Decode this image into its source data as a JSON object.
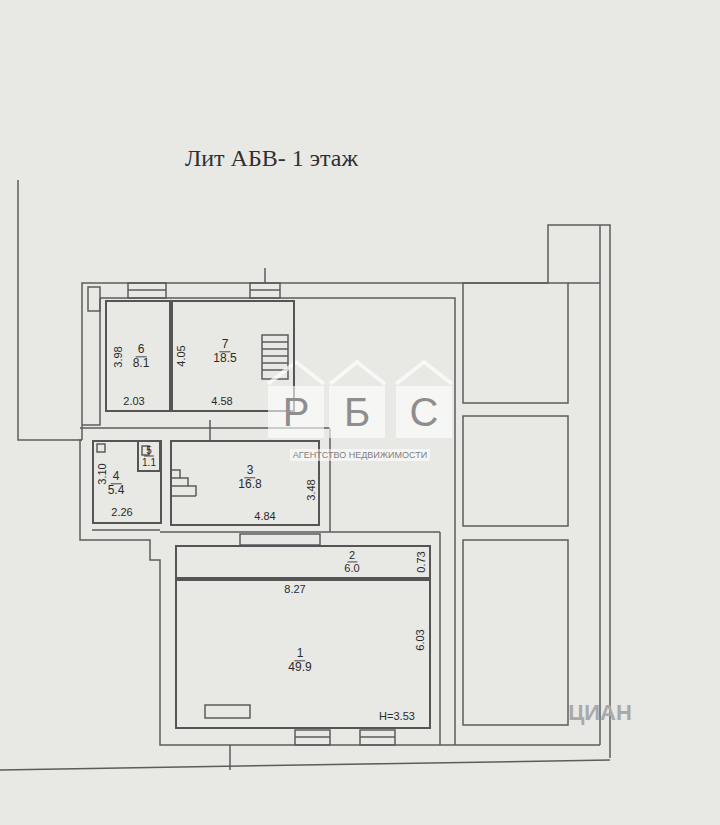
{
  "diagram": {
    "title": "Лит АБВ- 1 этаж",
    "nodes": [
      {
        "text": [
          "6",
          "8.1"
        ]
      },
      {
        "text": [
          "7",
          "18.5"
        ]
      },
      {
        "text": [
          "4",
          "5.4"
        ]
      },
      {
        "text": [
          "5",
          "1.1"
        ],
        "in": 2
      },
      {
        "text": [
          "3",
          "16.8"
        ]
      },
      {
        "text": [
          "2",
          "6.0"
        ]
      },
      {
        "text": [
          "1",
          "49.9"
        ]
      }
    ],
    "labels": [
      "3.98",
      "4.05",
      "2.03",
      "4.58",
      "3.10",
      "2.26",
      "3.48",
      "4.84",
      "0.73",
      "8.27",
      "6.03",
      "H=3.53",
      "Р",
      "Б",
      "С",
      "АГЕНТСТВО НЕДВИЖИМОСТИ",
      "ЦИАН"
    ]
  }
}
